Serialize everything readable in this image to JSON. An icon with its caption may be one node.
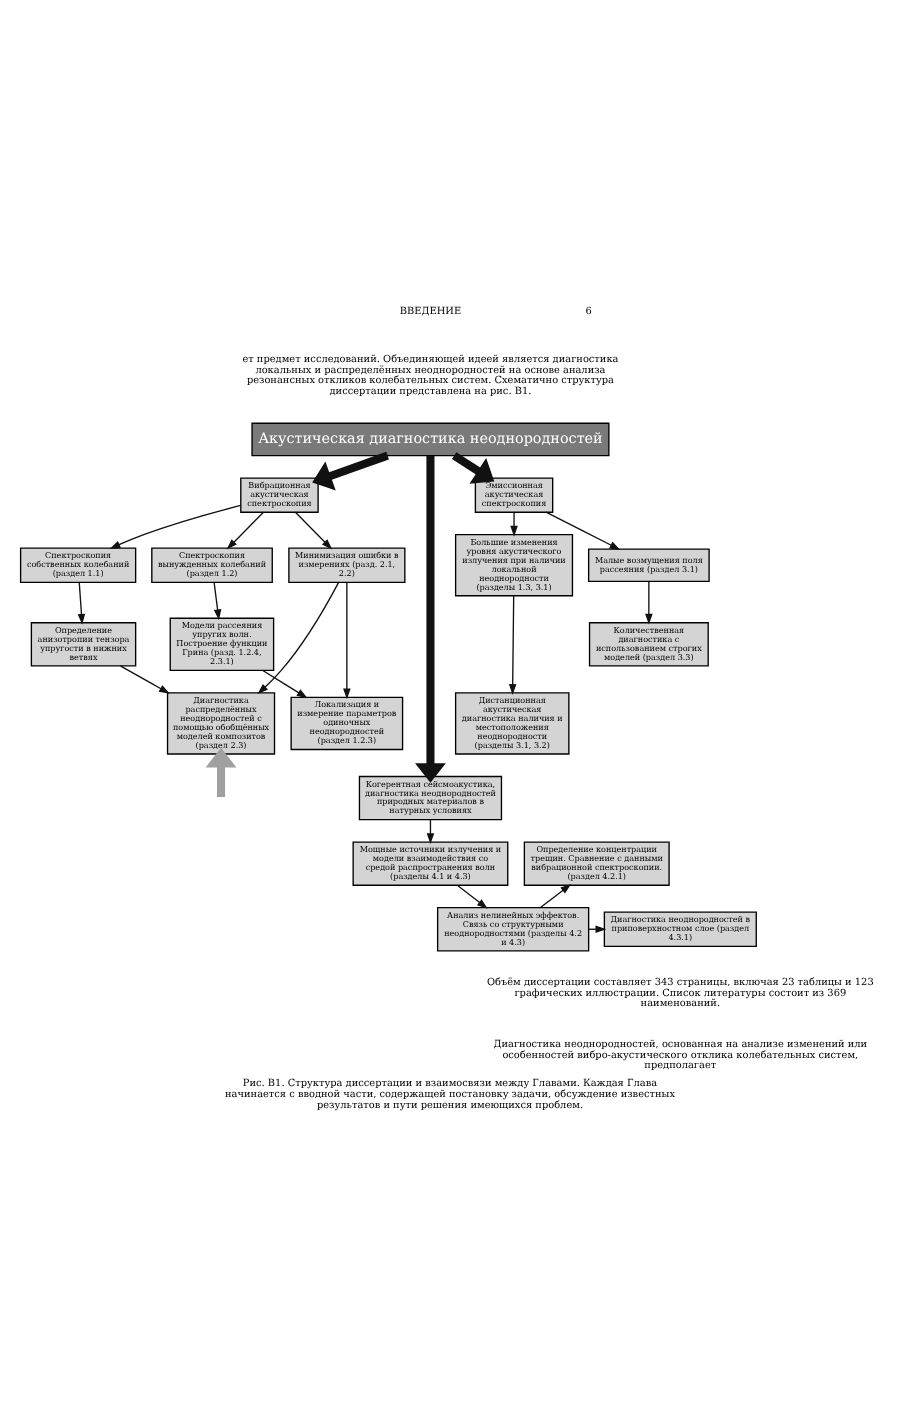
{
  "diagram": {
    "caption": "Рис. В1. Структура диссертации и взаимосвязи между Главами. Каждая Глава начинается с вводной части, содержащей постановку задачи, обсуждение известных результатов и пути решения имеющихся проблем.",
    "nodes": [
      {
        "text": [
          "Акустическая диагностика неоднородностей"
        ]
      },
      {
        "text": [
          "Вибрационная акустическая спектроскопия"
        ]
      },
      {
        "text": [
          "Спектроскопия собственных колебаний (раздел 1.1)"
        ]
      },
      {
        "text": [
          "Спектроскопия вынужденных колебаний (раздел 1.2)"
        ]
      },
      {
        "text": [
          "Минимизация ошибки в измерениях (разд. 2.1, 2.2)"
        ]
      },
      {
        "text": [
          "Определение анизотропии тензора упругости в нижних ветвях"
        ]
      },
      {
        "text": [
          "Модели рассеяния упругих волн. Построение функции Грина (разд. 1.2.4, 2.3.1)"
        ]
      },
      {
        "text": [
          "Диагностика распределённых неоднородностей с помощью обобщённых моделей композитов (раздел 2.3)"
        ]
      },
      {
        "text": [
          "Локализация и измерение параметров одиночных неоднородностей (раздел 1.2.3)"
        ]
      },
      {
        "text": [
          "Эмиссионная акустическая спектроскопия"
        ]
      },
      {
        "text": [
          "Большие изменения уровня акустического излучения при наличии локальной неоднородности (разделы 1.3, 3.1)"
        ]
      },
      {
        "text": [
          "Малые возмущения поля рассеяния (раздел 3.1)"
        ]
      },
      {
        "text": [
          "Дистанционная акустическая диагностика наличия и местоположения неоднородности (разделы 3.1, 3.2)"
        ]
      },
      {
        "text": [
          "Количественная диагностика с использованием строгих моделей (раздел 3.3)"
        ]
      },
      {
        "text": [
          "Когерентная сейсмоакустика, диагностика неоднородностей природных материалов в натурных условиях"
        ]
      },
      {
        "text": [
          "Мощные источники излучения и модели взаимодействия со средой распространения волн (разделы 4.1 и 4.3)"
        ]
      },
      {
        "text": [
          "Определение концентрации трещин. Сравнение с данными вибрационной спектроскопии. (раздел 4.2.1)"
        ]
      },
      {
        "text": [
          "Анализ нелинейных эффектов. Связь со структурными неоднородностями (разделы 4.2 и 4.3)"
        ]
      },
      {
        "text": [
          "Диагностика неоднородностей в приповерхностном слое (раздел 4.3.1)"
        ]
      }
    ],
    "edges": [
      {
        "from": 0,
        "to": 1,
        "arrow": "to",
        "style": "thick"
      },
      {
        "from": 0,
        "to": 9,
        "arrow": "to",
        "style": "thick"
      },
      {
        "from": 0,
        "to": 14,
        "arrow": "to",
        "style": "thick"
      },
      {
        "from": 1,
        "to": 2,
        "arrow": "to"
      },
      {
        "from": 1,
        "to": 3,
        "arrow": "to"
      },
      {
        "from": 1,
        "to": 4,
        "arrow": "to"
      },
      {
        "from": 2,
        "to": 5,
        "arrow": "to"
      },
      {
        "from": 3,
        "to": 6,
        "arrow": "to"
      },
      {
        "from": 5,
        "to": 7,
        "arrow": "to"
      },
      {
        "from": 6,
        "to": 8,
        "arrow": "to"
      },
      {
        "from": 4,
        "to": 7,
        "arrow": "to"
      },
      {
        "from": 4,
        "to": 8,
        "arrow": "to"
      },
      {
        "from": null,
        "to": 7,
        "arrow": "to",
        "style": "thick",
        "color": "#a0a0a0"
      },
      {
        "from": 9,
        "to": 10,
        "arrow": "to"
      },
      {
        "from": 9,
        "to": 11,
        "arrow": "to"
      },
      {
        "from": 10,
        "to": 12,
        "arrow": "to"
      },
      {
        "from": 11,
        "to": 13,
        "arrow": "to"
      },
      {
        "from": 14,
        "to": 15,
        "arrow": "to"
      },
      {
        "from": 15,
        "to": 17,
        "arrow": "to"
      },
      {
        "from": 17,
        "to": 16,
        "arrow": "to"
      },
      {
        "from": 17,
        "to": 18,
        "arrow": "to"
      }
    ],
    "labels": [
      "ВВЕДЕНИЕ",
      "6",
      "ет предмет исследований. Объединяющей идеей является диагностика локальных и распределённых неоднородностей на основе анализа резонансных откликов колебательных систем. Схематично структура диссертации представлена на рис. В1.",
      "Объём диссертации составляет 343 страницы, включая 23 таблицы и 123 графических иллюстрации. Список литературы состоит из 369 наименований.",
      "Диагностика неоднородностей, основанная на анализе изменений или особенностей вибро-акустического отклика колебательных систем, предполагает"
    ]
  }
}
